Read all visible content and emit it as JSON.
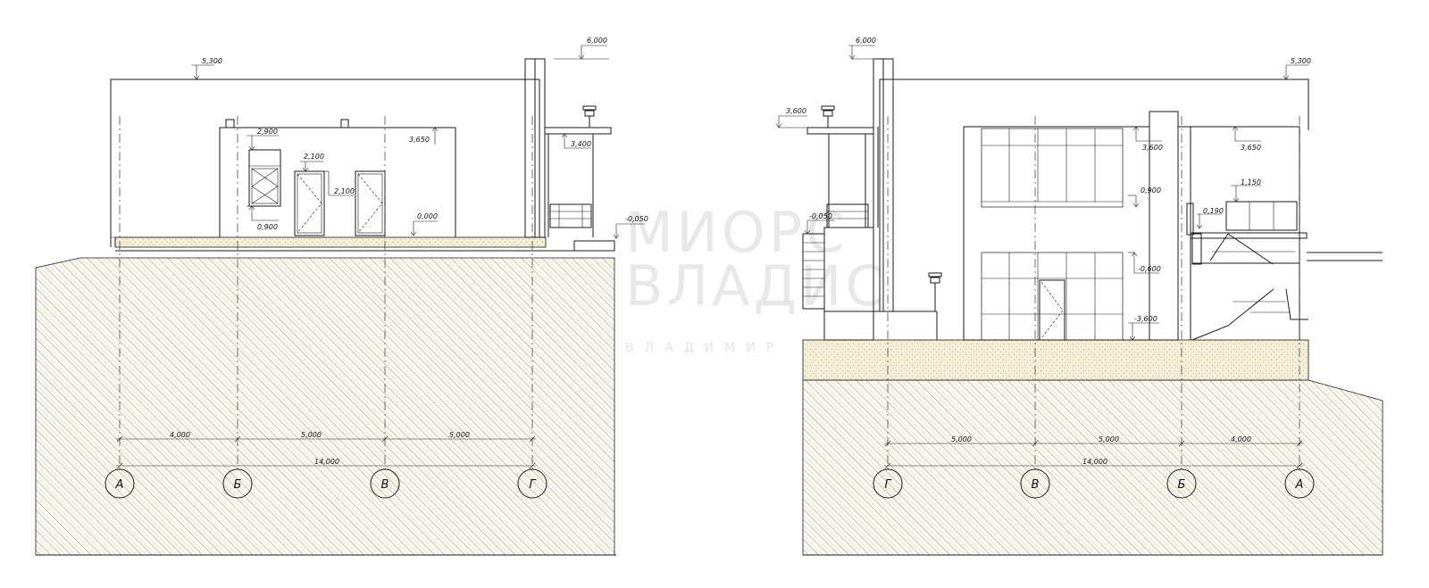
{
  "left_elevation": {
    "levels": {
      "top_parapet": "6,000",
      "roof": "5,300",
      "canopy": "3,400",
      "wall_top": "3,650",
      "window_top": "2,900",
      "door_top_1": "2,100",
      "door_top_2": "2,100",
      "window_sill": "0,900",
      "floor": "0,000",
      "ground": "-0,050"
    },
    "dimensions": {
      "bay_1": "4,000",
      "bay_2": "5,000",
      "bay_3": "5,000",
      "total": "14,000"
    },
    "axes": [
      "А",
      "Б",
      "В",
      "Г"
    ]
  },
  "right_elevation": {
    "levels": {
      "top_parapet": "6,000",
      "roof": "5,300",
      "canopy": "3,600",
      "window_top": "3,600",
      "wall_top": "3,650",
      "landing": "1,150",
      "window_sill": "0,900",
      "stair_level": "0,190",
      "ground": "-0,050",
      "lower_sill": "-0,600",
      "lower_floor": "-3,600"
    },
    "dimensions": {
      "bay_1": "5,000",
      "bay_2": "5,000",
      "bay_3": "4,000",
      "total": "14,000"
    },
    "axes": [
      "Г",
      "В",
      "Б",
      "А"
    ]
  },
  "watermark": {
    "line1": "МИОРС",
    "line2": "ВЛАДИС",
    "line3": "ВЛАДИМИР"
  },
  "colors": {
    "soil_hatch": "#b8a060",
    "gravel_fill": "#f3efd8",
    "line": "#1a1a1a"
  }
}
